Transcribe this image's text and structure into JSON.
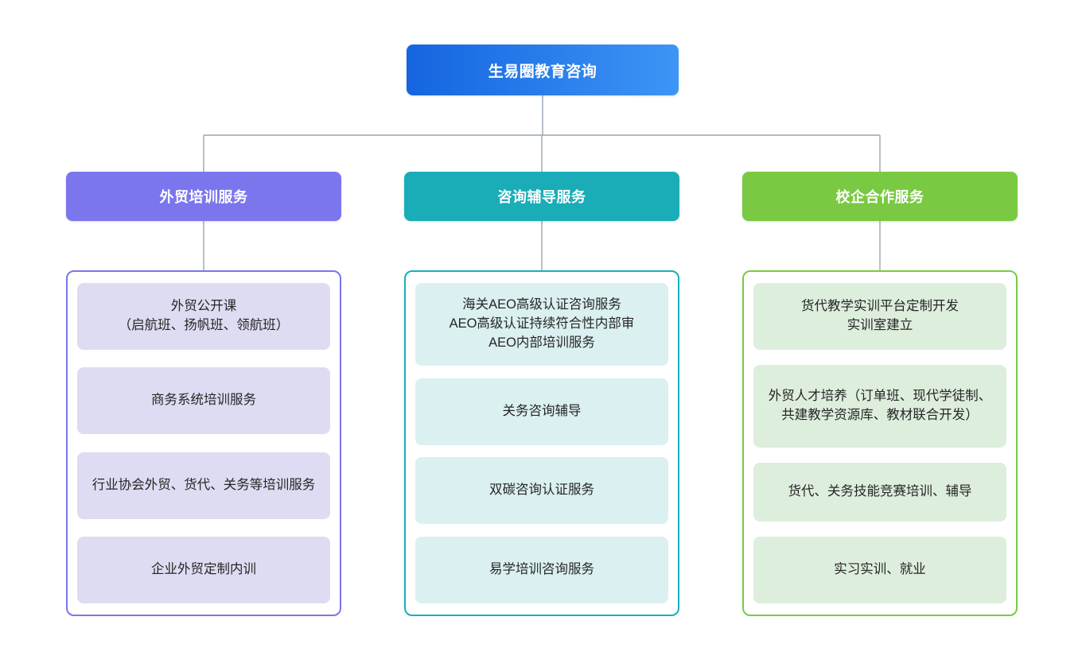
{
  "root": {
    "label": "生易圈教育咨询",
    "gradient_from": "#1565e0",
    "gradient_to": "#3d95f5",
    "text_color": "#ffffff"
  },
  "connector_color": "#9aa5b1",
  "branches": [
    {
      "id": "foreign-trade-training",
      "header_label": "外贸培训服务",
      "header_color": "#7b76ee",
      "border_color": "#7b76e8",
      "card_bg": "#dedcf2",
      "items": [
        {
          "label": "外贸公开课\n（启航班、扬帆班、领航班）",
          "height": 84
        },
        {
          "label": "商务系统培训服务",
          "height": 84
        },
        {
          "label": "行业协会外贸、货代、关务等培训服务",
          "height": 84
        },
        {
          "label": "企业外贸定制内训",
          "height": 84
        }
      ]
    },
    {
      "id": "consulting-tutoring",
      "header_label": "咨询辅导服务",
      "header_color": "#1aadb8",
      "border_color": "#17b0ba",
      "card_bg": "#dbf0f0",
      "items": [
        {
          "label": "海关AEO高级认证咨询服务\nAEO高级认证持续符合性内部审\nAEO内部培训服务",
          "height": 104
        },
        {
          "label": "关务咨询辅导",
          "height": 84
        },
        {
          "label": "双碳咨询认证服务",
          "height": 84
        },
        {
          "label": "易学培训咨询服务",
          "height": 84
        }
      ]
    },
    {
      "id": "school-enterprise-cooperation",
      "header_label": "校企合作服务",
      "header_color": "#7ac943",
      "border_color": "#7ac943",
      "card_bg": "#ddeedd",
      "items": [
        {
          "label": "货代教学实训平台定制开发\n实训室建立",
          "height": 84
        },
        {
          "label": "外贸人才培养（订单班、现代学徒制、共建教学资源库、教材联合开发）",
          "height": 104
        },
        {
          "label": "货代、关务技能竞赛培训、辅导",
          "height": 74
        },
        {
          "label": "实习实训、就业",
          "height": 84
        }
      ]
    }
  ]
}
